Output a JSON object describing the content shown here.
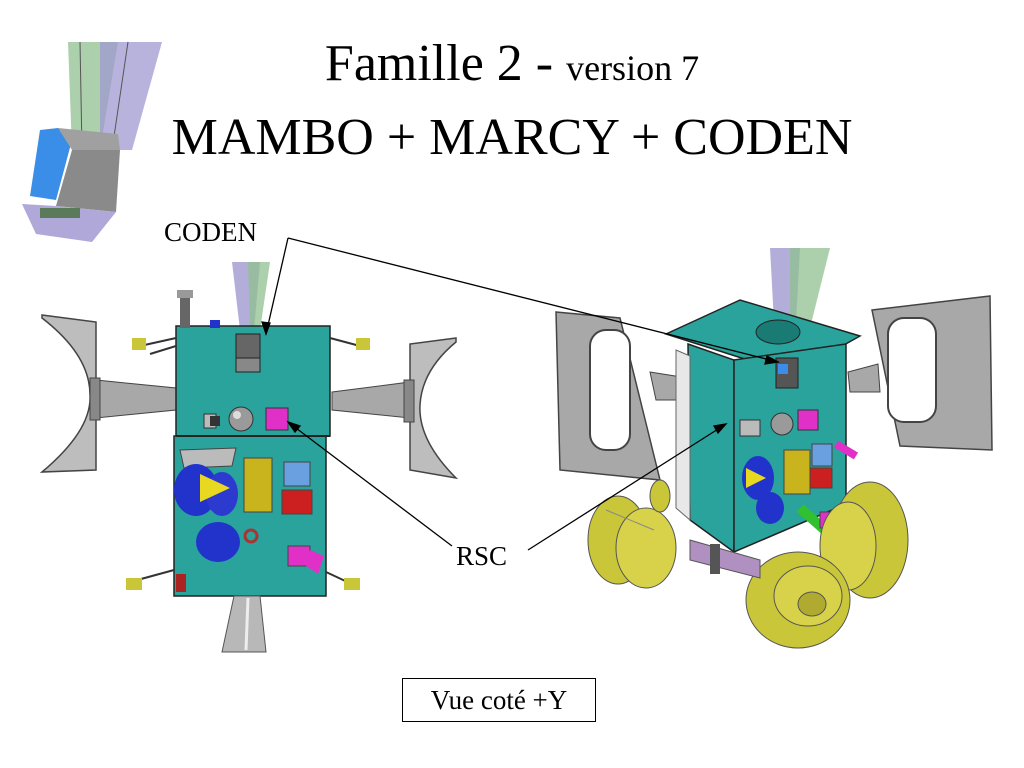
{
  "slide": {
    "title_main": "Famille 2 - ",
    "title_sub": "version 7",
    "title_line2": "MAMBO + MARCY + CODEN"
  },
  "labels": {
    "coden": "CODEN",
    "rsc": "RSC"
  },
  "caption": "Vue coté +Y",
  "colors": {
    "body": "#2aa39c",
    "panel_grey": "#9a9a9a",
    "thruster": "#c9c63a",
    "tank_blue": "#2233cc",
    "rsc_magenta": "#e030c8",
    "sensor_green": "#8fc08f",
    "sensor_purple": "#a09ad0"
  }
}
